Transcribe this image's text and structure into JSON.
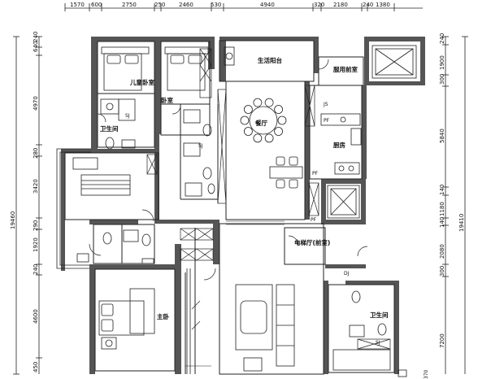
{
  "dimensions": {
    "top": [
      "1570",
      "600",
      "2750",
      "250",
      "2460",
      "530",
      "4940",
      "320",
      "2180",
      "240",
      "1380"
    ],
    "left": [
      "640",
      "240",
      "4970",
      "280",
      "3420",
      "290",
      "1920",
      "240",
      "4600",
      "450"
    ],
    "left_total": "19460",
    "right": [
      "240",
      "1900",
      "300",
      "5840",
      "140",
      "1180",
      "140",
      "2080",
      "300",
      "7200"
    ],
    "right_total": "19410",
    "bottom_fragment": "370"
  },
  "rooms": {
    "kids_bedroom": "儿童卧室",
    "bedroom": "卧室",
    "bathroom_1": "卫生间",
    "living_balcony": "生活阳台",
    "service_foyer": "服用前室",
    "dining": "餐厅",
    "kitchen": "厨房",
    "elevator_hall": "电梯厅(前室)",
    "master_bedroom": "主卧",
    "bathroom_2": "卫生间"
  },
  "labels": {
    "sj_1": "SJ",
    "sj_2": "SJ",
    "js": "JS",
    "pf_1": "PF",
    "pf_2": "PF",
    "pf_3": "PF",
    "dj": "DJ",
    "sj_3": "SJ"
  }
}
